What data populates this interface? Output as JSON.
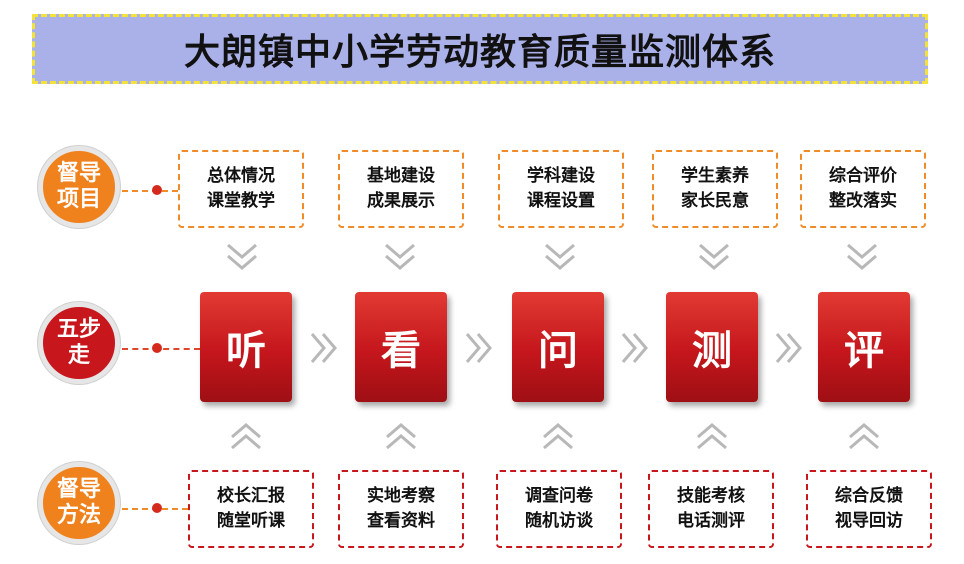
{
  "title": "大朗镇中小学劳动教育质量监测体系",
  "rows": {
    "top_label": [
      "督导",
      "项目"
    ],
    "middle_label": [
      "五步",
      "走"
    ],
    "bottom_label": [
      "督导",
      "方法"
    ]
  },
  "projects": [
    [
      "总体情况",
      "课堂教学"
    ],
    [
      "基地建设",
      "成果展示"
    ],
    [
      "学科建设",
      "课程设置"
    ],
    [
      "学生素养",
      "家长民意"
    ],
    [
      "综合评价",
      "整改落实"
    ]
  ],
  "steps": [
    "听",
    "看",
    "问",
    "测",
    "评"
  ],
  "methods": [
    [
      "校长汇报",
      "随堂听课"
    ],
    [
      "实地考察",
      "查看资料"
    ],
    [
      "调查问卷",
      "随机访谈"
    ],
    [
      "技能考核",
      "电话测评"
    ],
    [
      "综合反馈",
      "视导回访"
    ]
  ],
  "colors": {
    "title_bg": "#aab0e8",
    "title_border": "#f2e23a",
    "orange": "#f0821e",
    "red": "#c8161d",
    "chevron": "#b8b8b8"
  }
}
